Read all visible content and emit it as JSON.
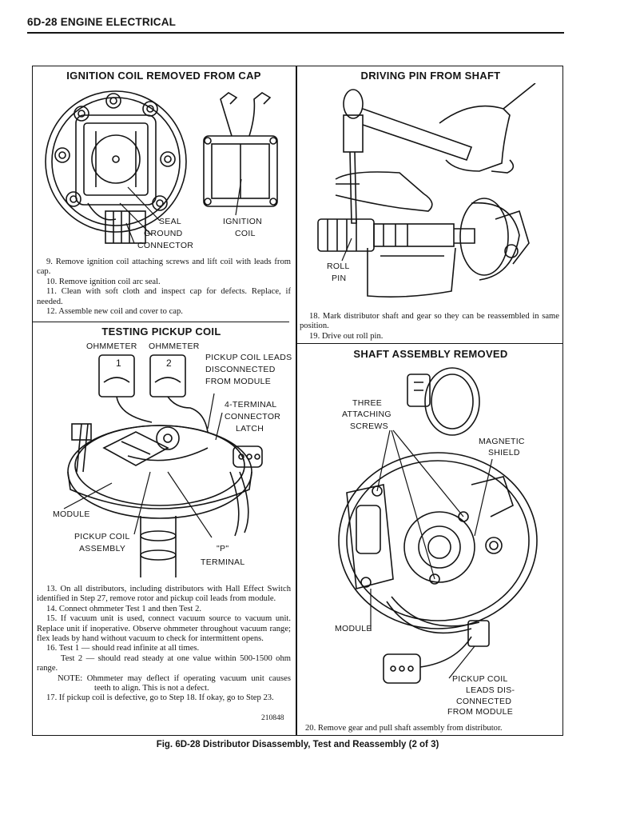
{
  "header": {
    "title": "6D-28 ENGINE ELECTRICAL"
  },
  "panels": {
    "coil": {
      "title": "IGNITION COIL REMOVED FROM CAP",
      "labels": {
        "seal": "SEAL",
        "ground": "GROUND",
        "connector": "CONNECTOR",
        "ignition": "IGNITION",
        "coil": "COIL"
      },
      "steps": [
        "9. Remove ignition coil attaching screws and lift coil with leads from cap.",
        "10. Remove ignition coil arc seal.",
        "11. Clean with soft cloth and inspect cap for defects. Replace, if needed.",
        "12. Assemble new coil and cover to cap."
      ]
    },
    "pin": {
      "title": "DRIVING PIN FROM SHAFT",
      "labels": {
        "roll": "ROLL",
        "pin": "PIN"
      },
      "steps": [
        "18. Mark distributor shaft and gear so they can be reassembled in same position.",
        "19. Drive out roll pin."
      ]
    },
    "pickup": {
      "title": "TESTING PICKUP COIL",
      "labels": {
        "ohmmeter1": "OHMMETER",
        "ohmmeter2": "OHMMETER",
        "meter1": "1",
        "meter2": "2",
        "leads1": "PICKUP COIL LEADS",
        "leads2": "DISCONNECTED",
        "leads3": "FROM MODULE",
        "conn1": "4-TERMINAL",
        "conn2": "CONNECTOR",
        "conn3": "LATCH",
        "module": "MODULE",
        "pickup1": "PICKUP COIL",
        "pickup2": "ASSEMBLY",
        "p": "\"P\"",
        "terminal": "TERMINAL"
      },
      "steps": [
        "13. On all distributors, including distributors with Hall Effect Switch identified in Step 27, remove rotor and pickup coil leads from module.",
        "14. Connect ohmmeter Test 1 and then Test 2.",
        "15. If vacuum unit is used, connect vacuum source to vacuum unit. Replace unit if inoperative. Observe ohmmeter throughout vacuum range; flex leads by hand without vacuum to check for intermittent opens.",
        "16. Test 1 — should read infinite at all times.",
        "Test 2 — should read steady at one value within 500-1500 ohm range.",
        "NOTE: Ohmmeter may deflect if operating vacuum unit causes teeth to align. This is not a defect.",
        "17. If pickup coil is defective, go to Step 18. If okay, go to Step 23."
      ],
      "code": "210848"
    },
    "shaft": {
      "title": "SHAFT ASSEMBLY REMOVED",
      "labels": {
        "three": "THREE",
        "attaching": "ATTACHING",
        "screws": "SCREWS",
        "magnetic": "MAGNETIC",
        "shield": "SHIELD",
        "module": "MODULE",
        "pickup1": "PICKUP COIL",
        "pickup2": "LEADS DIS-",
        "pickup3": "CONNECTED",
        "pickup4": "FROM MODULE"
      },
      "steps": [
        "20. Remove gear and pull shaft assembly from distributor."
      ]
    }
  },
  "caption": "Fig. 6D-28 Distributor Disassembly, Test and Reassembly (2 of 3)"
}
